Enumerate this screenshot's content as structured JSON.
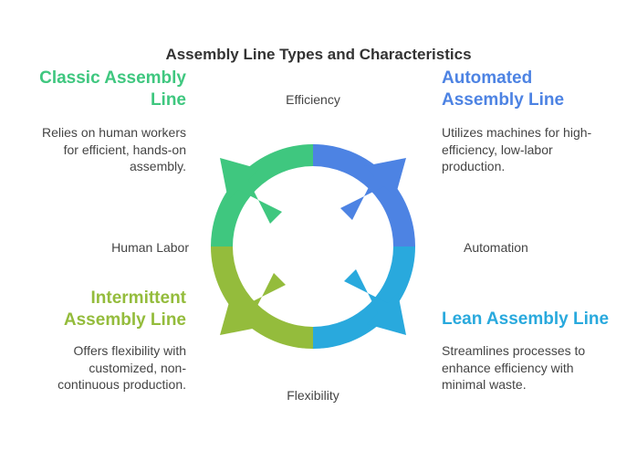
{
  "title": "Assembly Line Types and Characteristics",
  "axes": {
    "top": "Efficiency",
    "bottom": "Flexibility",
    "left": "Human Labor",
    "right": "Automation"
  },
  "quadrants": {
    "top_left": {
      "heading_line1": "Classic Assembly",
      "heading_line2": "Line",
      "desc_line1": "Relies on human workers",
      "desc_line2": "for efficient, hands-on",
      "desc_line3": "assembly.",
      "color": "#3fc77f"
    },
    "top_right": {
      "heading_line1": "Automated",
      "heading_line2": "Assembly Line",
      "desc_line1": "Utilizes machines for high-",
      "desc_line2": "efficiency, low-labor",
      "desc_line3": "production.",
      "color": "#4d83e3"
    },
    "bottom_left": {
      "heading_line1": "Intermittent",
      "heading_line2": "Assembly Line",
      "desc_line1": "Offers flexibility with",
      "desc_line2": "customized, non-",
      "desc_line3": "continuous production.",
      "color": "#94bc3c"
    },
    "bottom_right": {
      "heading_line1": "Lean Assembly Line",
      "desc_line1": "Streamlines processes to",
      "desc_line2": "enhance efficiency with",
      "desc_line3": "minimal waste.",
      "color": "#29a9dd"
    }
  }
}
